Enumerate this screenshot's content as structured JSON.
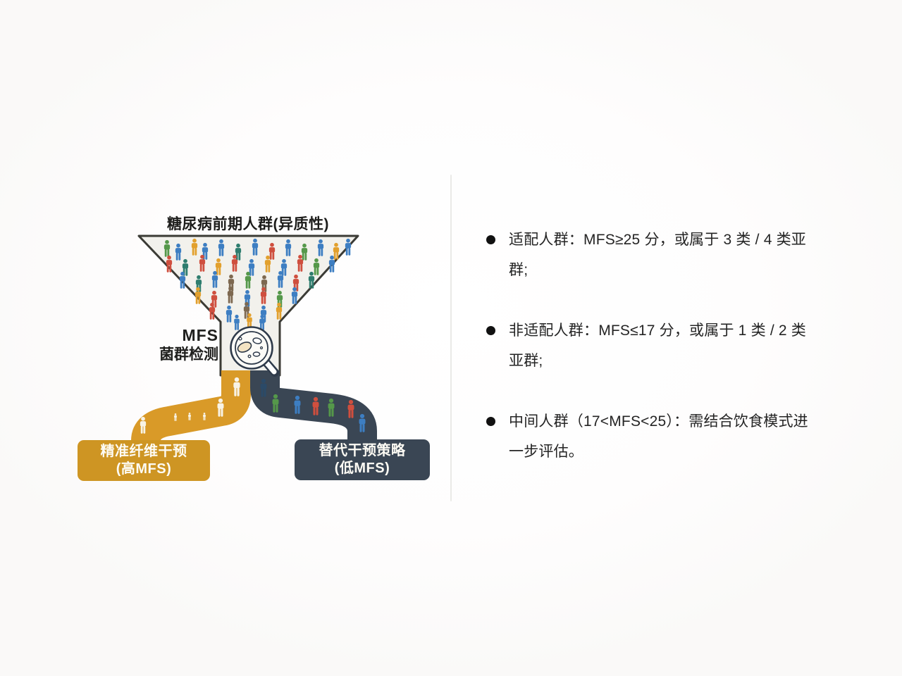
{
  "diagram": {
    "title": "糖尿病前期人群(异质性)",
    "mfs_label": {
      "line1": "MFS",
      "line2": "菌群检测"
    },
    "left_box": {
      "line1": "精准纤维干预",
      "line2": "(高MFS)"
    },
    "right_box": {
      "line1": "替代干预策略",
      "line2": "(低MFS)"
    },
    "colors": {
      "funnel_fill": "#F2F1EC",
      "funnel_stroke": "#3B3B35",
      "orange_pipe": "#D99A28",
      "orange_box": "#CE9523",
      "navy_pipe": "#3A4654",
      "navy_box": "#3A4654",
      "magnifier_stroke": "#2E3A4A",
      "magnifier_fill": "#FCFBF7",
      "bacteria_fill": "#F3E3C3",
      "text_dark": "#242424",
      "divider": "#EAEAE7"
    },
    "people_palette": {
      "g": "#55984A",
      "b": "#3D7EC2",
      "o": "#E2A02D",
      "r": "#CF4F3E",
      "t": "#2E7D6E",
      "n": "#7D6850",
      "d": "#2B4A68",
      "w": "#F8F3E6"
    },
    "funnel_people": [
      [
        237,
        341,
        "g"
      ],
      [
        253,
        346,
        "b"
      ],
      [
        276,
        339,
        "o"
      ],
      [
        291,
        345,
        "b"
      ],
      [
        314,
        340,
        "b"
      ],
      [
        338,
        346,
        "t"
      ],
      [
        362,
        339,
        "b"
      ],
      [
        386,
        345,
        "r"
      ],
      [
        409,
        340,
        "b"
      ],
      [
        432,
        346,
        "g"
      ],
      [
        455,
        340,
        "b"
      ],
      [
        477,
        345,
        "o"
      ],
      [
        494,
        339,
        "b"
      ],
      [
        240,
        363,
        "r"
      ],
      [
        263,
        368,
        "t"
      ],
      [
        287,
        362,
        "r"
      ],
      [
        310,
        367,
        "o"
      ],
      [
        333,
        362,
        "r"
      ],
      [
        357,
        368,
        "b"
      ],
      [
        380,
        363,
        "o"
      ],
      [
        403,
        368,
        "b"
      ],
      [
        426,
        362,
        "r"
      ],
      [
        449,
        367,
        "g"
      ],
      [
        471,
        363,
        "b"
      ],
      [
        259,
        386,
        "b"
      ],
      [
        282,
        391,
        "t"
      ],
      [
        305,
        385,
        "b"
      ],
      [
        328,
        390,
        "n"
      ],
      [
        352,
        386,
        "g"
      ],
      [
        375,
        391,
        "n"
      ],
      [
        398,
        385,
        "b"
      ],
      [
        420,
        390,
        "r"
      ],
      [
        442,
        386,
        "t"
      ],
      [
        281,
        408,
        "o"
      ],
      [
        304,
        413,
        "r"
      ],
      [
        327,
        407,
        "n"
      ],
      [
        351,
        412,
        "b"
      ],
      [
        374,
        408,
        "r"
      ],
      [
        397,
        413,
        "g"
      ],
      [
        418,
        408,
        "b"
      ],
      [
        301,
        430,
        "r"
      ],
      [
        325,
        434,
        "b"
      ],
      [
        350,
        429,
        "n"
      ],
      [
        374,
        434,
        "b"
      ],
      [
        396,
        430,
        "o"
      ],
      [
        336,
        447,
        "b",
        22
      ],
      [
        354,
        445,
        "o",
        22
      ],
      [
        372,
        447,
        "b",
        22
      ]
    ],
    "orange_pipe_people": [
      [
        336,
        536,
        "w",
        27
      ],
      [
        313,
        566,
        "w",
        26
      ],
      [
        203,
        592,
        "w",
        24
      ],
      [
        249,
        587,
        "w",
        11
      ],
      [
        269,
        586,
        "w",
        11
      ],
      [
        290,
        586,
        "w",
        11
      ]
    ],
    "navy_pipe_people": [
      [
        374,
        538,
        "d",
        26
      ],
      [
        391,
        560,
        "g",
        26
      ],
      [
        422,
        562,
        "b",
        26
      ],
      [
        448,
        564,
        "r",
        26
      ],
      [
        470,
        566,
        "g",
        26
      ],
      [
        498,
        568,
        "r",
        26
      ],
      [
        514,
        588,
        "b",
        26
      ]
    ]
  },
  "right_panel": {
    "bullets": [
      {
        "text": "适配人群：MFS≥25 分，或属于 3 类 / 4 类亚群;"
      },
      {
        "text": "非适配人群：MFS≤17 分，或属于 1 类 / 2 类亚群;"
      },
      {
        "text": "中间人群（17<MFS<25）：需结合饮食模式进一步评估。"
      }
    ]
  }
}
